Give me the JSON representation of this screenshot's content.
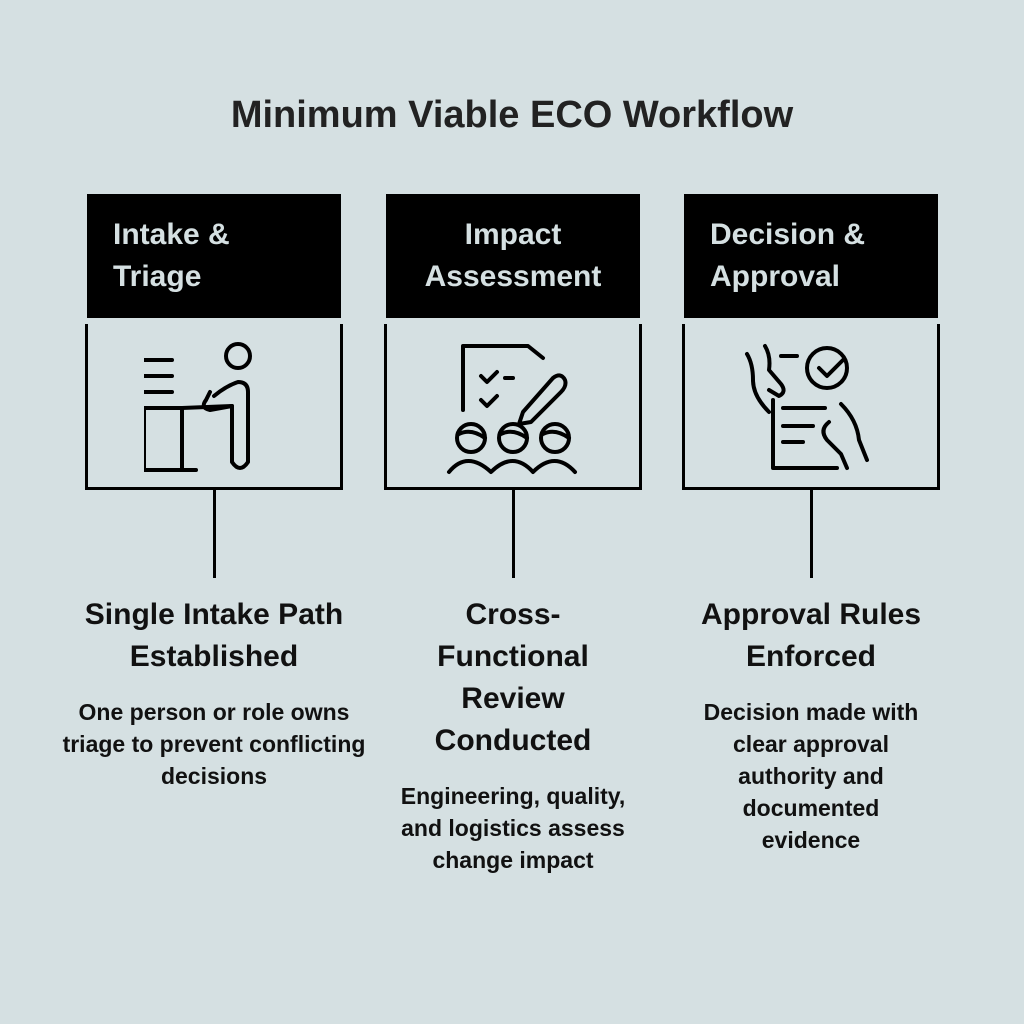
{
  "title": "Minimum Viable ECO Workflow",
  "colors": {
    "background": "#d5e0e2",
    "header_bg": "#000000",
    "header_text": "#d5e0e2",
    "line": "#000000"
  },
  "steps": [
    {
      "header": "Intake & Triage",
      "icon": "person-at-desk-icon",
      "subtitle": "Single Intake Path Established",
      "description": "One person or role owns triage to prevent conflicting decisions"
    },
    {
      "header": "Impact Assessment",
      "icon": "team-review-checklist-icon",
      "subtitle": "Cross-Functional Review Conducted",
      "description": "Engineering, quality, and logistics assess change impact"
    },
    {
      "header": "Decision & Approval",
      "icon": "approved-document-icon",
      "subtitle": "Approval Rules Enforced",
      "description": "Decision made with clear approval authority and documented evidence"
    }
  ]
}
